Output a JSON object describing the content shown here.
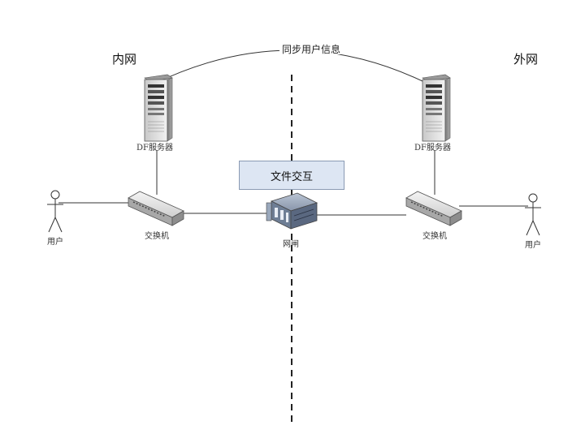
{
  "zones": {
    "inner": "内网",
    "outer": "外网"
  },
  "sync_label": "同步用户信息",
  "exchange_box": "文件交互",
  "nodes": {
    "left_server": "DF服务器",
    "right_server": "DF服务器",
    "left_switch": "交换机",
    "right_switch": "交换机",
    "gateway": "网闸",
    "left_user": "用户",
    "right_user": "用户"
  }
}
